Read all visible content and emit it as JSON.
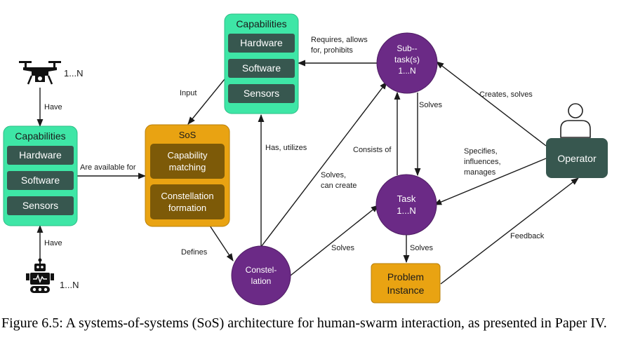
{
  "capabilities_box_left": {
    "title": "Capabilities",
    "items": [
      "Hardware",
      "Software",
      "Sensors"
    ]
  },
  "capabilities_box_top": {
    "title": "Capabilities",
    "items": [
      "Hardware",
      "Software",
      "Sensors"
    ]
  },
  "drone": {
    "count": "1...N"
  },
  "robot": {
    "count": "1...N"
  },
  "sos": {
    "title": "SoS",
    "items": [
      "Capability matching",
      "Constellation formation"
    ]
  },
  "nodes": {
    "subtask": "Sub-task(s) 1...N",
    "task": "Task 1...N",
    "constellation": "Constellation",
    "operator": "Operator",
    "problem": "Problem Instance"
  },
  "edge_labels": {
    "drone_have": "Have",
    "robot_have": "Have",
    "available_for": "Are available for",
    "input": "Input",
    "defines": "Defines",
    "has_utilizes": "Has, utilizes",
    "solves_can_create": "Solves, can create",
    "constellation_solves": "Solves",
    "requires": "Requires, allows for, prohibits",
    "consists_of": "Consists of",
    "subtask_solves": "Solves",
    "creates_solves": "Creates, solves",
    "specifies": "Specifies, influences, manages",
    "task_solves": "Solves",
    "feedback": "Feedback"
  },
  "caption": "Figure 6.5: A systems-of-systems (SoS) architecture for human-swarm interaction, as presented in Paper IV.",
  "colors": {
    "capabilities_fill": "#3ee6a6",
    "capability_item": "#37574f",
    "sos_fill": "#e9a312",
    "sos_item": "#7d5a08",
    "circle_fill": "#6b2a86",
    "operator_fill": "#37574f",
    "problem_fill": "#e9a312"
  }
}
